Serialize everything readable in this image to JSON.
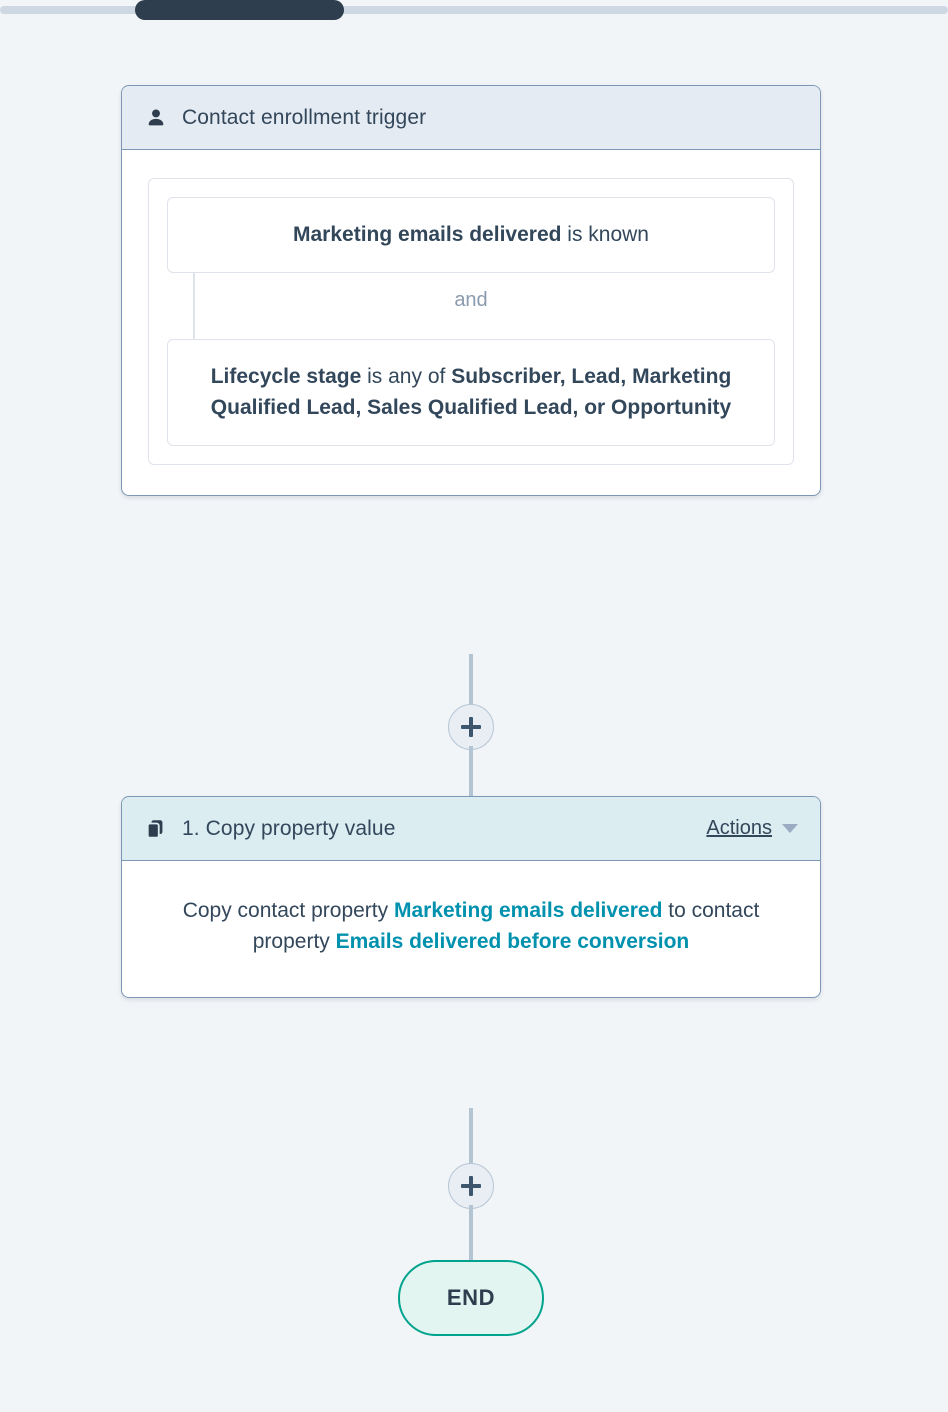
{
  "page": {
    "background_color": "#f2f5f8"
  },
  "scrollbar": {
    "name": "horizontal-scrollbar",
    "thumb_color": "#2e3e4e",
    "track_color": "#cdd8e3"
  },
  "trigger_card": {
    "icon": "contact-person-icon",
    "title": "Contact enrollment trigger",
    "header_background": "#e5ebf2",
    "border_color": "#7c98b6",
    "filters": {
      "conditions": [
        {
          "property": "Marketing emails delivered",
          "operator": " is known",
          "values": ""
        },
        {
          "property": "Lifecycle stage",
          "operator": " is any of ",
          "values": "Subscriber, Lead, Marketing Qualified Lead, Sales Qualified Lead, or Opportunity"
        }
      ],
      "joiner": "and"
    }
  },
  "action_card": {
    "icon": "copy-duplicate-icon",
    "title": "1. Copy property value",
    "actions_label": "Actions",
    "actions_caret": "chevron-down-icon",
    "header_background": "#dcedf2",
    "border_color": "#7c98b6",
    "body": {
      "prefix": "Copy contact property ",
      "source_property": "Marketing emails delivered",
      "middle": " to contact property ",
      "target_property": "Emails delivered before conversion",
      "link_color": "#0091ae"
    }
  },
  "connectors": {
    "add_step_top": "+",
    "add_step_bottom": "+",
    "line_color": "#b3c4d3"
  },
  "end_node": {
    "label": "END",
    "border_color": "#00a38d",
    "background_color": "#e3f5f1"
  }
}
